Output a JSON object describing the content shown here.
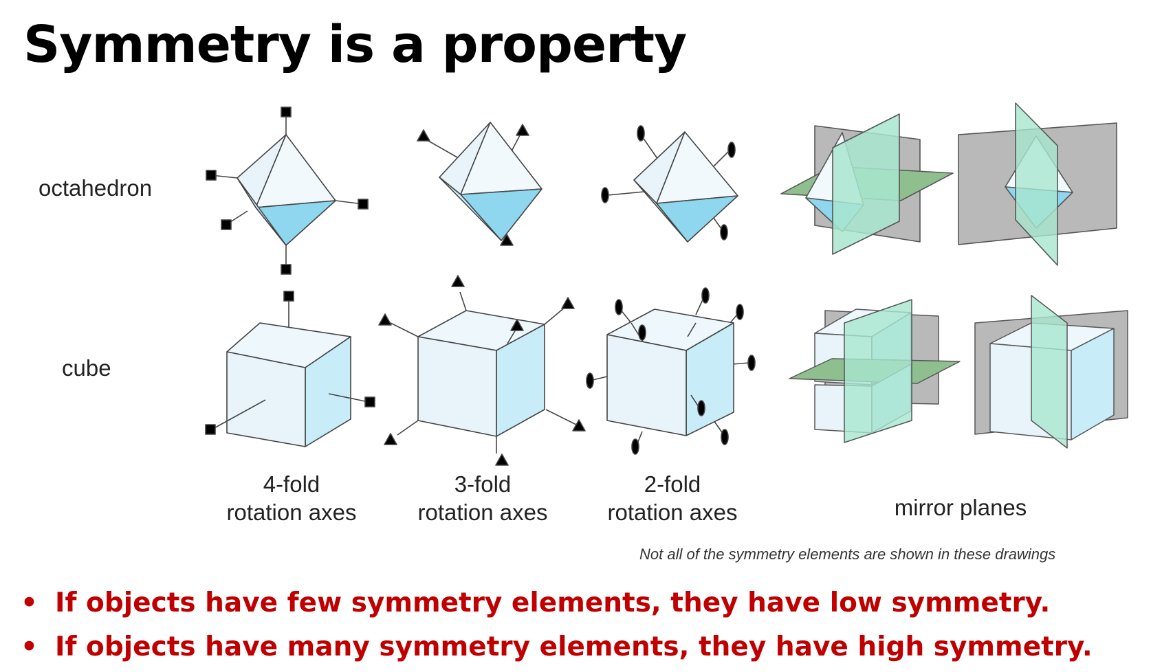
{
  "title": "Symmetry is a property",
  "rows": {
    "octahedron": "octahedron",
    "cube": "cube"
  },
  "columns": [
    {
      "line1": "4-fold",
      "line2": "rotation axes"
    },
    {
      "line1": "3-fold",
      "line2": "rotation axes"
    },
    {
      "line1": "2-fold",
      "line2": "rotation axes"
    },
    {
      "line1": "mirror planes",
      "line2": ""
    }
  ],
  "note": "Not all of the symmetry elements are shown in these drawings",
  "bullets": [
    "If objects have few symmetry elements, they have low symmetry.",
    "If objects have many symmetry elements, they have high symmetry."
  ],
  "colors": {
    "title": "#000000",
    "bullet": "#c00000",
    "face_light": "#e8f4fa",
    "face_blue": "#8fd6ef",
    "plane_gray": "#b9b9b9",
    "plane_green": "#8fbf8f",
    "plane_mint": "#a8e6cf"
  },
  "symbols": {
    "fourfold": "square-marker",
    "threefold": "triangle-marker",
    "twofold": "lens-marker"
  }
}
